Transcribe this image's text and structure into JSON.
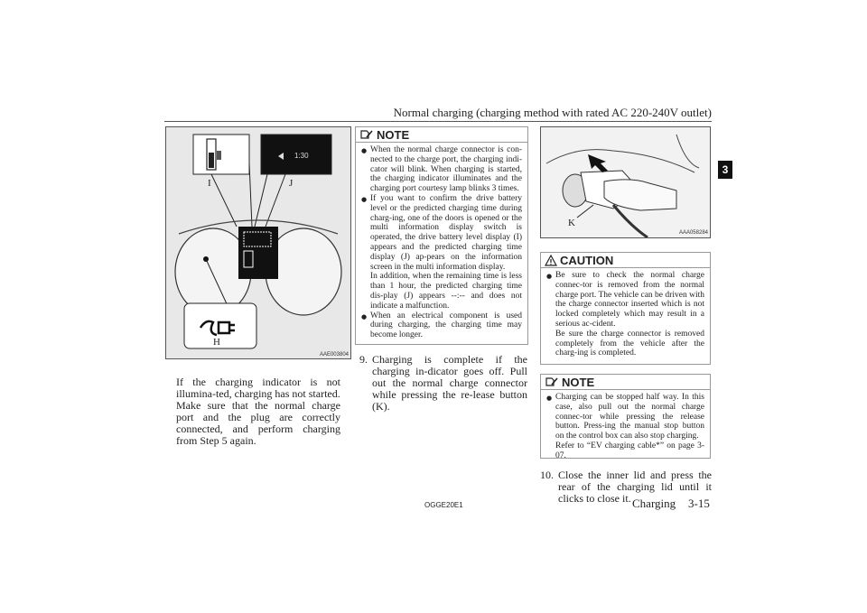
{
  "header": {
    "title": "Normal charging (charging method with rated AC 220-240V outlet)"
  },
  "chapter_tab": "3",
  "figure_left": {
    "callouts": [
      "I",
      "J",
      "H"
    ],
    "time_display": "1:30",
    "code": "AAE003804"
  },
  "left_text": {
    "paragraphs": [
      "If the charging indicator is not illumina-ted, charging has not started.",
      "Make sure that the normal charge port and the plug are correctly connected, and perform charging from Step 5 again."
    ]
  },
  "note1": {
    "title": "NOTE",
    "items": [
      "When the normal charge connector is con-nected to the charge port, the charging indi-cator will blink. When charging is started, the charging indicator illuminates and the charging port courtesy lamp blinks 3 times.",
      "If you want to confirm the drive battery level or the predicted charging time during charg-ing, one of the doors is opened or the multi information display switch is operated, the drive battery level display (I) appears and the predicted charging time display (J) ap-pears on the information screen in the multi information display.",
      "In addition, when the remaining time is less than 1 hour, the predicted charging time dis-play (J) appears --:-- and does not indicate a malfunction.",
      "When an electrical component is used during charging, the charging time may become longer."
    ]
  },
  "step9": {
    "number": "9.",
    "text": "Charging is complete if the charging in-dicator goes off. Pull out the normal charge connector while pressing the re-lease button (K)."
  },
  "figure_right": {
    "callout": "K",
    "code": "AAA058284"
  },
  "caution": {
    "title": "CAUTION",
    "paragraphs": [
      "Be sure to check the normal charge connec-tor is removed from the normal charge port. The vehicle can be driven with the charge connector inserted which is not locked completely which may result in a serious ac-cident.",
      "Be sure the charge connector is removed completely from the vehicle after the charg-ing is completed."
    ]
  },
  "note2": {
    "title": "NOTE",
    "paragraphs": [
      "Charging can be stopped half way. In this case, also pull out the normal charge connec-tor while pressing the release button. Press-ing the manual stop button on the control box can also stop charging.",
      "Refer to “EV charging cable*” on page 3-07."
    ]
  },
  "step10": {
    "number": "10.",
    "text": "Close the inner lid and press the rear of the charging lid until it clicks to close it."
  },
  "footer": {
    "code": "OGGE20E1",
    "section": "Charging",
    "page": "3-15"
  }
}
